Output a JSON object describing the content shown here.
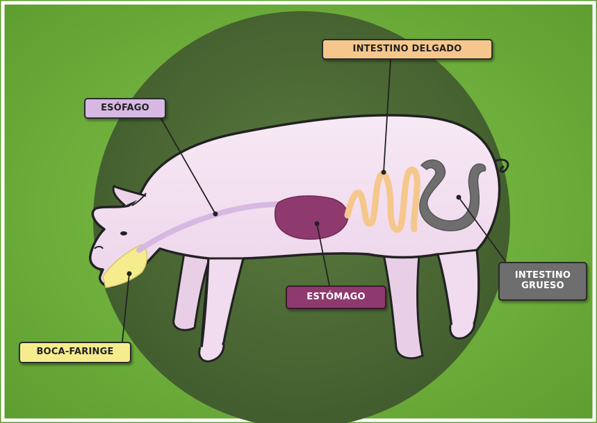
{
  "labels": {
    "intestino_delgado": "INTESTINO DELGADO",
    "esofago": "ESÓFAGO",
    "estomago": "ESTÓMAGO",
    "intestino_grueso": "INTESTINO\nGRUESO",
    "boca_faringe": "BOCA-FARINGE"
  },
  "colors": {
    "background": "#77b83f",
    "circle": "#4e6a36",
    "pig_body": "#f2dcef",
    "esofago": "#d7b8e2",
    "estomago": "#8f3a6e",
    "intestino_delgado": "#f6c78c",
    "intestino_grueso": "#6e6e6e",
    "boca_faringe": "#f5ec8e"
  }
}
